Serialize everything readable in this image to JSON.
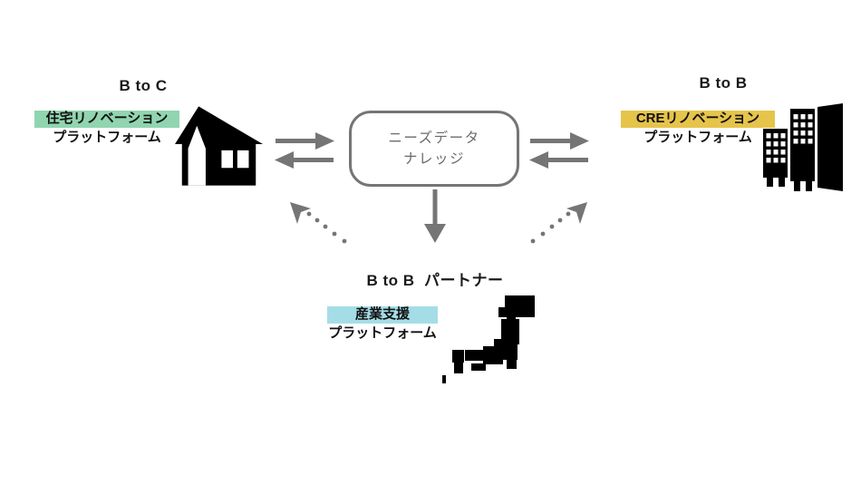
{
  "diagram": {
    "background": "#ffffff",
    "connector_color": "#757575",
    "icon_color": "#000000",
    "center": {
      "line1": "ニーズデータ",
      "line2": "ナレッジ",
      "border_color": "#757575",
      "text_color": "#6b6b6b"
    },
    "left": {
      "segment": "B to C",
      "highlight_text": "住宅リノベーション",
      "sub_text": "プラットフォーム",
      "highlight_color": "#90d5b0",
      "icon": "house-icon"
    },
    "right": {
      "segment": "B to B",
      "highlight_text": "CREリノベーション",
      "sub_text": "プラットフォーム",
      "highlight_color": "#e6c44b",
      "icon": "office-buildings-icon"
    },
    "bottom": {
      "segment": "B to B  パートナー",
      "highlight_text": "産業支援",
      "sub_text": "プラットフォーム",
      "highlight_color": "#a5dde6",
      "icon": "japan-map-icon"
    }
  }
}
